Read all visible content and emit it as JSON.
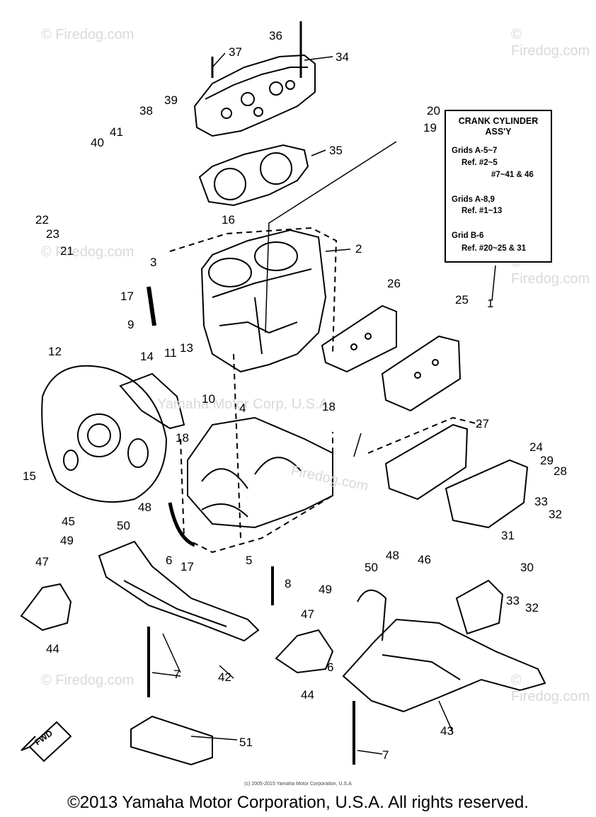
{
  "watermark": "© Firedog.com",
  "watermark_center": "Firedog.com",
  "watermark_center_2": "Yamaha Motor Corp, U.S.A",
  "info_box": {
    "title_line1": "CRANK CYLINDER",
    "title_line2": "ASS'Y",
    "line1": "Grids A-5~7",
    "line2": "Ref. #2~5",
    "line3": "#7~41 & 46",
    "line4": "Grids A-8,9",
    "line5": "Ref. #1~13",
    "line6": "Grid B-6",
    "line7": "Ref. #20~25 & 31"
  },
  "callouts": [
    "36",
    "37",
    "34",
    "38",
    "39",
    "40",
    "41",
    "35",
    "20",
    "19",
    "22",
    "23",
    "21",
    "16",
    "2",
    "3",
    "17",
    "9",
    "26",
    "25",
    "1",
    "12",
    "14",
    "11",
    "13",
    "10",
    "4",
    "18",
    "18",
    "15",
    "27",
    "24",
    "29",
    "28",
    "45",
    "48",
    "50",
    "6",
    "5",
    "17",
    "33",
    "32",
    "31",
    "30",
    "47",
    "49",
    "8",
    "46",
    "50",
    "48",
    "49",
    "47",
    "33",
    "32",
    "44",
    "7",
    "42",
    "6",
    "44",
    "43",
    "51",
    "7"
  ],
  "fwd_label": "FWD",
  "small_copyright": "(c) 2005-2015 Yamaha Motor Corporation, U.S.A",
  "copyright": "©2013 Yamaha Motor Corporation, U.S.A. All rights reserved."
}
